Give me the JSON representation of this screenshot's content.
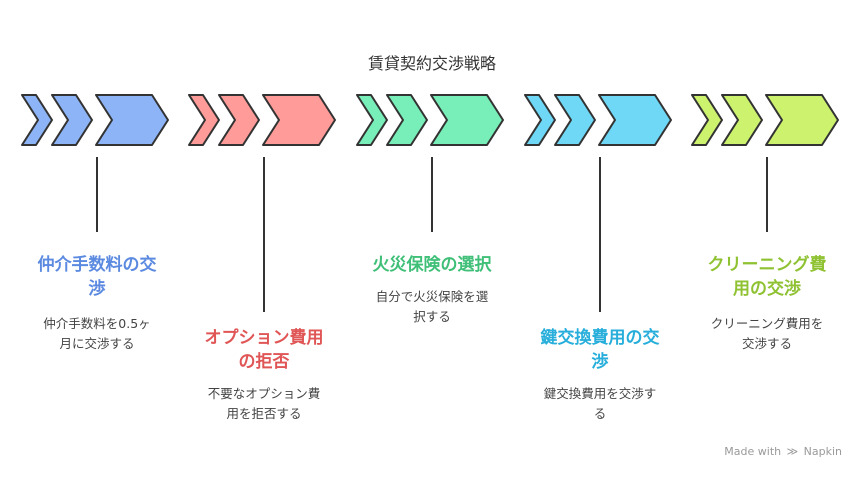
{
  "title": "賃貸契約交渉戦略",
  "steps": [
    {
      "label_l1": "仲介手数料の交",
      "label_l2": "渉",
      "desc_l1": "仲介手数料を0.5ヶ",
      "desc_l2": "月に交渉する",
      "color": "#8db4f7",
      "text_color": "#5b8ae0"
    },
    {
      "label_l1": "オプション費用",
      "label_l2": "の拒否",
      "desc_l1": "不要なオプション費",
      "desc_l2": "用を拒否する",
      "color": "#ff9b98",
      "text_color": "#e05656"
    },
    {
      "label_l1": "火災保険の選択",
      "label_l2": "",
      "desc_l1": "自分で火災保険を選",
      "desc_l2": "択する",
      "color": "#78efb8",
      "text_color": "#3fbf77"
    },
    {
      "label_l1": "鍵交換費用の交",
      "label_l2": "渉",
      "desc_l1": "鍵交換費用を交渉す",
      "desc_l2": "る",
      "color": "#6ed8f6",
      "text_color": "#27aedb"
    },
    {
      "label_l1": "クリーニング費",
      "label_l2": "用の交渉",
      "desc_l1": "クリーニング費用を",
      "desc_l2": "交渉する",
      "color": "#cdf26e",
      "text_color": "#8fc232"
    }
  ],
  "credit": {
    "made_with": "Made with",
    "brand": "Napkin"
  }
}
